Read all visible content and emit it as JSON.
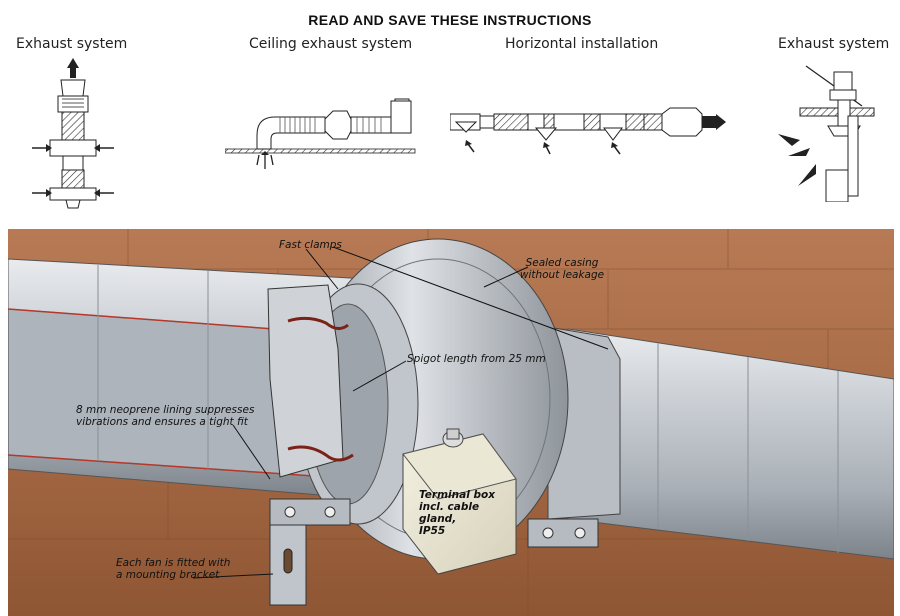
{
  "header": {
    "title": "READ AND SAVE THESE INSTRUCTIONS"
  },
  "diagrams": [
    {
      "caption": "Exhaust system"
    },
    {
      "caption": "Ceiling exhaust system"
    },
    {
      "caption": "Horizontal installation"
    },
    {
      "caption": "Exhaust system"
    }
  ],
  "callouts": {
    "fast_clamps": "Fast clamps",
    "sealed_casing": [
      "Sealed casing",
      "without leakage"
    ],
    "spigot": "Spigot length from 25 mm",
    "neoprene": [
      "8 mm neoprene lining suppresses",
      "vibrations and ensures a tight fit"
    ],
    "terminal_box": [
      "Terminal box",
      "incl. cable gland,",
      "IP55"
    ],
    "bracket": [
      "Each fan is fitted with",
      "a mounting bracket"
    ]
  },
  "colors": {
    "wall": "#a86a44",
    "duct": "#c9cdd2",
    "outline": "#222222"
  }
}
